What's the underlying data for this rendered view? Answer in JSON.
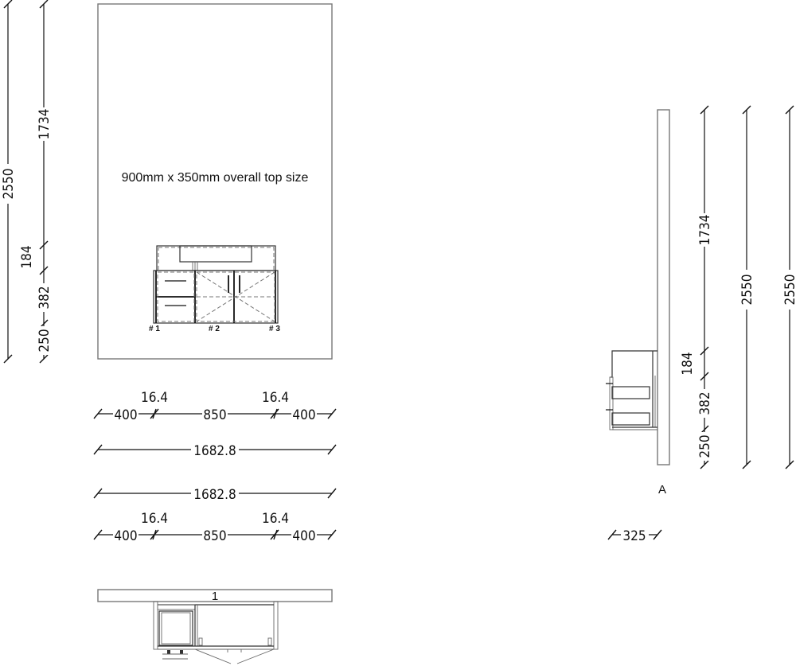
{
  "front_elevation": {
    "note": "900mm x 350mm overall top size",
    "unit_labels": [
      "# 1",
      "# 2",
      "# 3"
    ],
    "left_dims": {
      "overall": "2550",
      "above": "1734",
      "gap": "184",
      "cabinet": "382",
      "floor": "250"
    }
  },
  "horizontal_dims_top": {
    "segments": [
      "400",
      "850",
      "400"
    ],
    "gaps": [
      "16.4",
      "16.4"
    ],
    "overall": "1682.8"
  },
  "horizontal_dims_bottom": {
    "overall": "1682.8",
    "segments": [
      "400",
      "850",
      "400"
    ],
    "gaps": [
      "16.4",
      "16.4"
    ]
  },
  "plan_view": {
    "panel_label": "1"
  },
  "side_elevation": {
    "view_label": "A",
    "depth": "325",
    "dims": {
      "above": "1734",
      "gap": "184",
      "cabinet": "382",
      "floor": "250",
      "overall_1": "2550",
      "overall_2": "2550"
    }
  }
}
